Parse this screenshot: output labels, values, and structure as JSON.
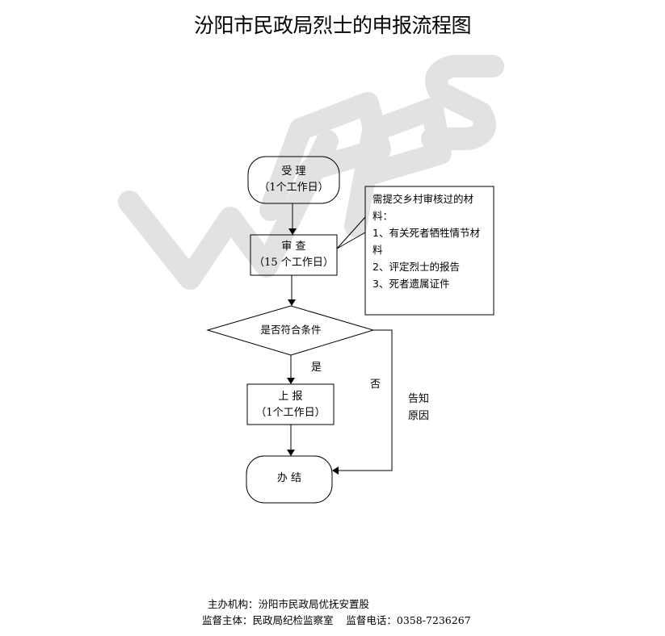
{
  "title": "汾阳市民政局烈士的申报流程图",
  "watermark": "WPS",
  "nodes": {
    "accept": {
      "line1": "受  理",
      "line2": "（1个工作日）"
    },
    "review": {
      "line1": "审  查",
      "line2": "（15 个工作日）"
    },
    "decision": {
      "label": "是否符合条件"
    },
    "report": {
      "line1": "上  报",
      "line2": "（1个工作日）"
    },
    "done": {
      "label": "办  结"
    }
  },
  "note": {
    "line1": "需提交乡村审核过的材",
    "line2": "料：",
    "line3": "1、有关死者牺牲情节材",
    "line4": "料",
    "line5": "2、评定烈士的报告",
    "line6": "3、死者遗属证件"
  },
  "labels": {
    "yes": "是",
    "no": "否",
    "inform1": "告知",
    "inform2": "原因"
  },
  "footer": {
    "line1": "主办机构：汾阳市民政局优抚安置股",
    "line2": "监督主体：民政局纪检监察室    监督电话：0358-7236267"
  },
  "colors": {
    "stroke": "#000000",
    "watermark": "#e0e0e0"
  }
}
